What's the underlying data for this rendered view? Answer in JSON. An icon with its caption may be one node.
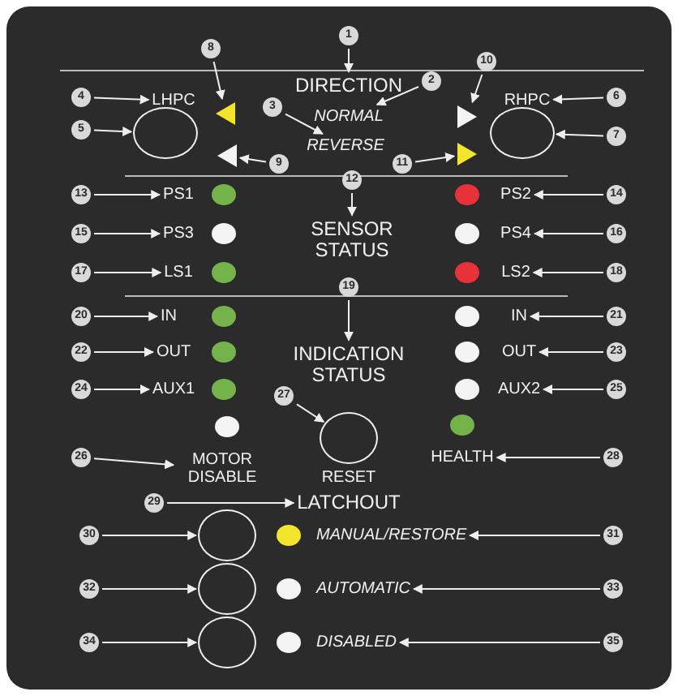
{
  "diagram": {
    "nodes": [
      {
        "text": [
          "1"
        ]
      },
      {
        "text": [
          "DIRECTION"
        ]
      },
      {
        "text": [
          "8"
        ]
      },
      {
        "text": [
          "10"
        ]
      },
      {
        "text": [
          "2"
        ]
      },
      {
        "text": [
          "NORMAL"
        ]
      },
      {
        "text": [
          "3"
        ]
      },
      {
        "text": [
          "REVERSE"
        ]
      },
      {
        "text": [
          "4"
        ]
      },
      {
        "text": [
          "LHPC"
        ]
      },
      {
        "text": [],
        "shape": "triangle"
      },
      {
        "text": [],
        "shape": "triangle"
      },
      {
        "text": [
          "6"
        ]
      },
      {
        "text": [
          "RHPC"
        ]
      },
      {
        "text": [
          "5"
        ]
      },
      {
        "text": [],
        "shape": "circle"
      },
      {
        "text": [],
        "shape": "circle"
      },
      {
        "text": [
          "7"
        ]
      },
      {
        "text": [],
        "shape": "triangle"
      },
      {
        "text": [
          "9"
        ]
      },
      {
        "text": [
          "11"
        ]
      },
      {
        "text": [],
        "shape": "triangle"
      },
      {
        "text": [
          "12"
        ]
      },
      {
        "text": [
          "SENSOR STATUS"
        ]
      },
      {
        "text": [
          "13"
        ]
      },
      {
        "text": [
          "PS1"
        ]
      },
      {
        "text": [
          "PS2"
        ]
      },
      {
        "text": [
          "14"
        ]
      },
      {
        "text": [
          "15"
        ]
      },
      {
        "text": [
          "PS3"
        ]
      },
      {
        "text": [
          "PS4"
        ]
      },
      {
        "text": [
          "16"
        ]
      },
      {
        "text": [
          "17"
        ]
      },
      {
        "text": [
          "LS1"
        ]
      },
      {
        "text": [
          "LS2"
        ]
      },
      {
        "text": [
          "18"
        ]
      },
      {
        "text": [
          "19"
        ]
      },
      {
        "text": [
          "INDICATION STATUS"
        ]
      },
      {
        "text": [
          "20"
        ]
      },
      {
        "text": [
          "IN"
        ]
      },
      {
        "text": [
          "IN"
        ]
      },
      {
        "text": [
          "21"
        ]
      },
      {
        "text": [
          "22"
        ]
      },
      {
        "text": [
          "OUT"
        ]
      },
      {
        "text": [
          "OUT"
        ]
      },
      {
        "text": [
          "23"
        ]
      },
      {
        "text": [
          "24"
        ]
      },
      {
        "text": [
          "AUX1"
        ]
      },
      {
        "text": [
          "AUX2"
        ]
      },
      {
        "text": [
          "25"
        ]
      },
      {
        "text": [
          "27"
        ]
      },
      {
        "text": [
          "26"
        ]
      },
      {
        "text": [
          "MOTOR DISABLE"
        ]
      },
      {
        "text": [
          "RESET"
        ]
      },
      {
        "text": [
          "HEALTH"
        ]
      },
      {
        "text": [
          "28"
        ]
      },
      {
        "text": [
          "29"
        ]
      },
      {
        "text": [
          "LATCHOUT"
        ]
      },
      {
        "text": [
          "30"
        ]
      },
      {
        "text": [],
        "shape": "circle"
      },
      {
        "text": [
          "MANUAL/RESTORE"
        ]
      },
      {
        "text": [
          "31"
        ]
      },
      {
        "text": [
          "32"
        ]
      },
      {
        "text": [],
        "shape": "circle"
      },
      {
        "text": [
          "AUTOMATIC"
        ]
      },
      {
        "text": [
          "33"
        ]
      },
      {
        "text": [
          "34"
        ]
      },
      {
        "text": [],
        "shape": "circle"
      },
      {
        "text": [
          "DISABLED"
        ]
      },
      {
        "text": [
          "35"
        ]
      }
    ],
    "edges": [
      {
        "from": 0,
        "to": 1,
        "arrow": "to"
      },
      {
        "from": 2,
        "to": 10,
        "arrow": "to"
      },
      {
        "from": 3,
        "to": 11,
        "arrow": "to"
      },
      {
        "from": 4,
        "to": 5,
        "arrow": "to"
      },
      {
        "from": 6,
        "to": 7,
        "arrow": "to"
      },
      {
        "from": 8,
        "to": 9,
        "arrow": "to"
      },
      {
        "from": 12,
        "to": 13,
        "arrow": "to"
      },
      {
        "from": 14,
        "to": 15,
        "arrow": "to"
      },
      {
        "from": 17,
        "to": 16,
        "arrow": "to"
      },
      {
        "from": 19,
        "to": 18,
        "arrow": "to"
      },
      {
        "from": 20,
        "to": 21,
        "arrow": "to"
      },
      {
        "from": 22,
        "to": 23,
        "arrow": "to"
      },
      {
        "from": 24,
        "to": 25,
        "arrow": "to"
      },
      {
        "from": 27,
        "to": 26,
        "arrow": "to"
      },
      {
        "from": 28,
        "to": 29,
        "arrow": "to"
      },
      {
        "from": 31,
        "to": 30,
        "arrow": "to"
      },
      {
        "from": 32,
        "to": 33,
        "arrow": "to"
      },
      {
        "from": 35,
        "to": 34,
        "arrow": "to"
      },
      {
        "from": 36,
        "to": 37,
        "arrow": "to"
      },
      {
        "from": 38,
        "to": 39,
        "arrow": "to"
      },
      {
        "from": 41,
        "to": 40,
        "arrow": "to"
      },
      {
        "from": 42,
        "to": 43,
        "arrow": "to"
      },
      {
        "from": 45,
        "to": 44,
        "arrow": "to"
      },
      {
        "from": 46,
        "to": 47,
        "arrow": "to"
      },
      {
        "from": 49,
        "to": 48,
        "arrow": "to"
      },
      {
        "from": 50,
        "to": 53,
        "arrow": "to"
      },
      {
        "from": 51,
        "to": 52,
        "arrow": "to"
      },
      {
        "from": 55,
        "to": 54,
        "arrow": "to"
      },
      {
        "from": 56,
        "to": 57,
        "arrow": "to"
      },
      {
        "from": 58,
        "to": 59,
        "arrow": "to"
      },
      {
        "from": 61,
        "to": 60,
        "arrow": "to"
      },
      {
        "from": 62,
        "to": 63,
        "arrow": "to"
      },
      {
        "from": 65,
        "to": 64,
        "arrow": "to"
      },
      {
        "from": 66,
        "to": 67,
        "arrow": "to"
      },
      {
        "from": 69,
        "to": 68,
        "arrow": "to"
      }
    ]
  }
}
